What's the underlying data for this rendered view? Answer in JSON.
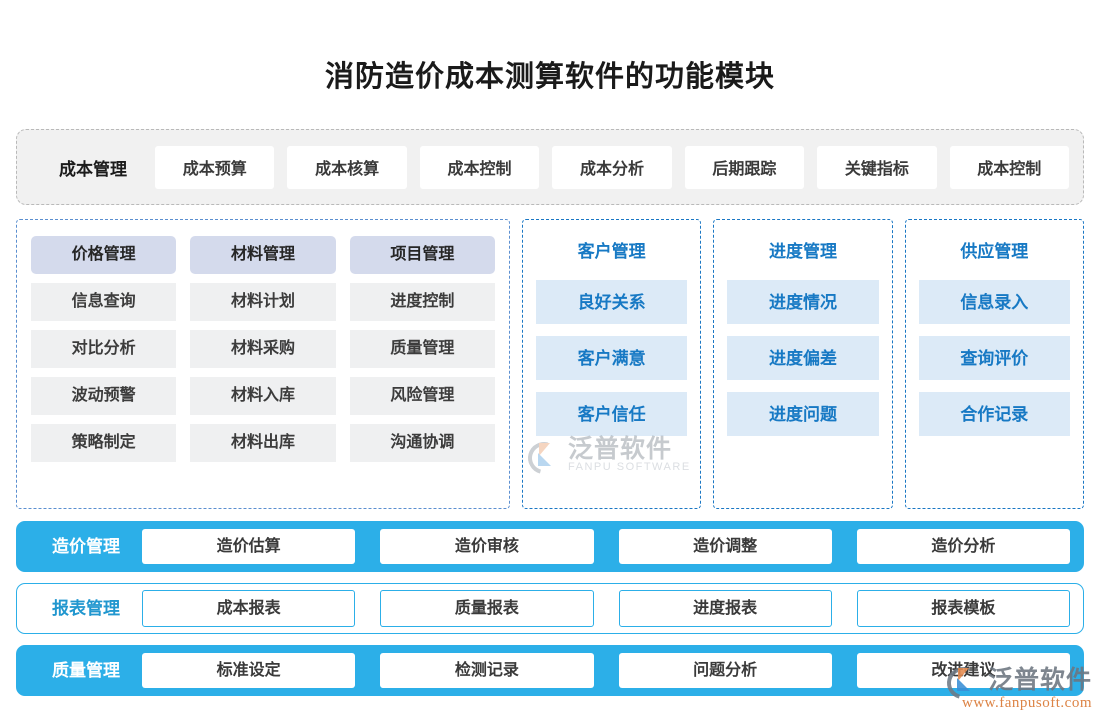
{
  "page": {
    "title": "消防造价成本测算软件的功能模块",
    "accent_blue": "#2cafe8",
    "panel_blue": "#1779c4",
    "lavender": "#d4daec",
    "grey_pill": "#eff0f1"
  },
  "top_strip": {
    "group_label": "成本管理",
    "items": [
      {
        "label": "成本预算"
      },
      {
        "label": "成本核算"
      },
      {
        "label": "成本控制"
      },
      {
        "label": "成本分析"
      },
      {
        "label": "后期跟踪"
      },
      {
        "label": "关键指标"
      },
      {
        "label": "成本控制"
      }
    ]
  },
  "grid_panel": {
    "columns": [
      {
        "head": "价格管理",
        "items": [
          "信息查询",
          "对比分析",
          "波动预警",
          "策略制定"
        ]
      },
      {
        "head": "材料管理",
        "items": [
          "材料计划",
          "材料采购",
          "材料入库",
          "材料出库"
        ]
      },
      {
        "head": "项目管理",
        "items": [
          "进度控制",
          "质量管理",
          "风险管理",
          "沟通协调"
        ]
      }
    ]
  },
  "blue_panels": [
    {
      "head": "客户管理",
      "items": [
        "良好关系",
        "客户满意",
        "客户信任"
      ]
    },
    {
      "head": "进度管理",
      "items": [
        "进度情况",
        "进度偏差",
        "进度问题"
      ]
    },
    {
      "head": "供应管理",
      "items": [
        "信息录入",
        "查询评价",
        "合作记录"
      ]
    }
  ],
  "bottom_bars": [
    {
      "style": "solid",
      "label": "造价管理",
      "items": [
        "造价估算",
        "造价审核",
        "造价调整",
        "造价分析"
      ]
    },
    {
      "style": "outline",
      "label": "报表管理",
      "items": [
        "成本报表",
        "质量报表",
        "进度报表",
        "报表模板"
      ]
    },
    {
      "style": "solid",
      "label": "质量管理",
      "items": [
        "标准设定",
        "检测记录",
        "问题分析",
        "改进建议"
      ]
    }
  ],
  "watermark": {
    "name": "泛普软件",
    "sub": "FANPU SOFTWARE",
    "url": "www.fanpusoft.com"
  }
}
